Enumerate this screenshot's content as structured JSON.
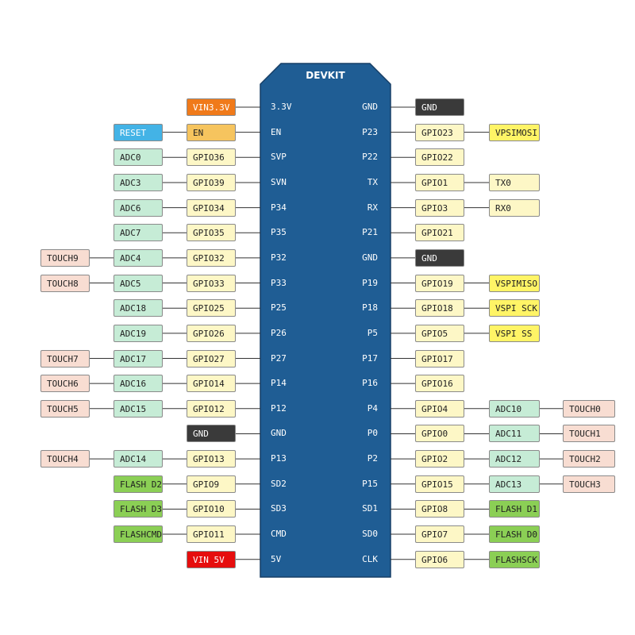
{
  "board": {
    "title": "DEVKIT"
  },
  "colors": {
    "board": "#1f5d94",
    "board_border": "#173f66",
    "power": "#f07a1a",
    "en": "#f6c45e",
    "reset": "#43b3e6",
    "gpio": "#fdf7c6",
    "adc": "#c6ecd6",
    "touch": "#f8ddd2",
    "gnd": "#3a3a3a",
    "spi": "#fff466",
    "uart": "#fdf7c6",
    "flash": "#8bcf55",
    "vin5": "#e60e0e",
    "line": "#333333"
  },
  "left_pins": [
    {
      "pin": "3.3V",
      "tags": [
        {
          "text": "VIN3.3V",
          "kind": "power"
        }
      ]
    },
    {
      "pin": "EN",
      "tags": [
        {
          "text": "EN",
          "kind": "en"
        },
        {
          "text": "RESET",
          "kind": "reset"
        }
      ]
    },
    {
      "pin": "SVP",
      "tags": [
        {
          "text": "GPIO36",
          "kind": "gpio"
        },
        {
          "text": "ADC0",
          "kind": "adc"
        }
      ]
    },
    {
      "pin": "SVN",
      "tags": [
        {
          "text": "GPIO39",
          "kind": "gpio"
        },
        {
          "text": "ADC3",
          "kind": "adc"
        }
      ]
    },
    {
      "pin": "P34",
      "tags": [
        {
          "text": "GPIO34",
          "kind": "gpio"
        },
        {
          "text": "ADC6",
          "kind": "adc"
        }
      ]
    },
    {
      "pin": "P35",
      "tags": [
        {
          "text": "GPIO35",
          "kind": "gpio"
        },
        {
          "text": "ADC7",
          "kind": "adc"
        }
      ]
    },
    {
      "pin": "P32",
      "tags": [
        {
          "text": "GPIO32",
          "kind": "gpio"
        },
        {
          "text": "ADC4",
          "kind": "adc"
        },
        {
          "text": "TOUCH9",
          "kind": "touch"
        }
      ]
    },
    {
      "pin": "P33",
      "tags": [
        {
          "text": "GPIO33",
          "kind": "gpio"
        },
        {
          "text": "ADC5",
          "kind": "adc"
        },
        {
          "text": "TOUCH8",
          "kind": "touch"
        }
      ]
    },
    {
      "pin": "P25",
      "tags": [
        {
          "text": "GPIO25",
          "kind": "gpio"
        },
        {
          "text": "ADC18",
          "kind": "adc"
        }
      ]
    },
    {
      "pin": "P26",
      "tags": [
        {
          "text": "GPIO26",
          "kind": "gpio"
        },
        {
          "text": "ADC19",
          "kind": "adc"
        }
      ]
    },
    {
      "pin": "P27",
      "tags": [
        {
          "text": "GPIO27",
          "kind": "gpio"
        },
        {
          "text": "ADC17",
          "kind": "adc"
        },
        {
          "text": "TOUCH7",
          "kind": "touch"
        }
      ]
    },
    {
      "pin": "P14",
      "tags": [
        {
          "text": "GPIO14",
          "kind": "gpio"
        },
        {
          "text": "ADC16",
          "kind": "adc"
        },
        {
          "text": "TOUCH6",
          "kind": "touch"
        }
      ]
    },
    {
      "pin": "P12",
      "tags": [
        {
          "text": "GPIO12",
          "kind": "gpio"
        },
        {
          "text": "ADC15",
          "kind": "adc"
        },
        {
          "text": "TOUCH5",
          "kind": "touch"
        }
      ]
    },
    {
      "pin": "GND",
      "tags": [
        {
          "text": "GND",
          "kind": "gnd"
        }
      ]
    },
    {
      "pin": "P13",
      "tags": [
        {
          "text": "GPIO13",
          "kind": "gpio"
        },
        {
          "text": "ADC14",
          "kind": "adc"
        },
        {
          "text": "TOUCH4",
          "kind": "touch"
        }
      ]
    },
    {
      "pin": "SD2",
      "tags": [
        {
          "text": "GPIO9",
          "kind": "gpio"
        },
        {
          "text": "FLASH D2",
          "kind": "flash"
        }
      ]
    },
    {
      "pin": "SD3",
      "tags": [
        {
          "text": "GPIO10",
          "kind": "gpio"
        },
        {
          "text": "FLASH D3",
          "kind": "flash"
        }
      ]
    },
    {
      "pin": "CMD",
      "tags": [
        {
          "text": "GPIO11",
          "kind": "gpio"
        },
        {
          "text": "FLASHCMD",
          "kind": "flash"
        }
      ]
    },
    {
      "pin": "5V",
      "tags": [
        {
          "text": "VIN 5V",
          "kind": "vin5"
        }
      ]
    }
  ],
  "right_pins": [
    {
      "pin": "GND",
      "tags": [
        {
          "text": "GND",
          "kind": "gnd"
        }
      ]
    },
    {
      "pin": "P23",
      "tags": [
        {
          "text": "GPIO23",
          "kind": "gpio"
        },
        {
          "text": "VPSIMOSI",
          "kind": "spi"
        }
      ]
    },
    {
      "pin": "P22",
      "tags": [
        {
          "text": "GPIO22",
          "kind": "gpio"
        }
      ]
    },
    {
      "pin": "TX",
      "tags": [
        {
          "text": "GPIO1",
          "kind": "gpio"
        },
        {
          "text": "TX0",
          "kind": "uart"
        }
      ]
    },
    {
      "pin": "RX",
      "tags": [
        {
          "text": "GPIO3",
          "kind": "gpio"
        },
        {
          "text": "RX0",
          "kind": "uart"
        }
      ]
    },
    {
      "pin": "P21",
      "tags": [
        {
          "text": "GPIO21",
          "kind": "gpio"
        }
      ]
    },
    {
      "pin": "GND",
      "tags": [
        {
          "text": "GND",
          "kind": "gnd"
        }
      ]
    },
    {
      "pin": "P19",
      "tags": [
        {
          "text": "GPIO19",
          "kind": "gpio"
        },
        {
          "text": "VSPIMISO",
          "kind": "spi"
        }
      ]
    },
    {
      "pin": "P18",
      "tags": [
        {
          "text": "GPIO18",
          "kind": "gpio"
        },
        {
          "text": "VSPI SCK",
          "kind": "spi"
        }
      ]
    },
    {
      "pin": "P5",
      "tags": [
        {
          "text": "GPIO5",
          "kind": "gpio"
        },
        {
          "text": "VSPI SS",
          "kind": "spi"
        }
      ]
    },
    {
      "pin": "P17",
      "tags": [
        {
          "text": "GPIO17",
          "kind": "gpio"
        }
      ]
    },
    {
      "pin": "P16",
      "tags": [
        {
          "text": "GPIO16",
          "kind": "gpio"
        }
      ]
    },
    {
      "pin": "P4",
      "tags": [
        {
          "text": "GPIO4",
          "kind": "gpio"
        },
        {
          "text": "ADC10",
          "kind": "adc"
        },
        {
          "text": "TOUCH0",
          "kind": "touch"
        }
      ]
    },
    {
      "pin": "P0",
      "tags": [
        {
          "text": "GPIO0",
          "kind": "gpio"
        },
        {
          "text": "ADC11",
          "kind": "adc"
        },
        {
          "text": "TOUCH1",
          "kind": "touch"
        }
      ]
    },
    {
      "pin": "P2",
      "tags": [
        {
          "text": "GPIO2",
          "kind": "gpio"
        },
        {
          "text": "ADC12",
          "kind": "adc"
        },
        {
          "text": "TOUCH2",
          "kind": "touch"
        }
      ]
    },
    {
      "pin": "P15",
      "tags": [
        {
          "text": "GPIO15",
          "kind": "gpio"
        },
        {
          "text": "ADC13",
          "kind": "adc"
        },
        {
          "text": "TOUCH3",
          "kind": "touch"
        }
      ]
    },
    {
      "pin": "SD1",
      "tags": [
        {
          "text": "GPIO8",
          "kind": "gpio"
        },
        {
          "text": "FLASH D1",
          "kind": "flash"
        }
      ]
    },
    {
      "pin": "SD0",
      "tags": [
        {
          "text": "GPIO7",
          "kind": "gpio"
        },
        {
          "text": "FLASH D0",
          "kind": "flash"
        }
      ]
    },
    {
      "pin": "CLK",
      "tags": [
        {
          "text": "GPIO6",
          "kind": "gpio"
        },
        {
          "text": "FLASHSCK",
          "kind": "flash"
        }
      ]
    }
  ]
}
